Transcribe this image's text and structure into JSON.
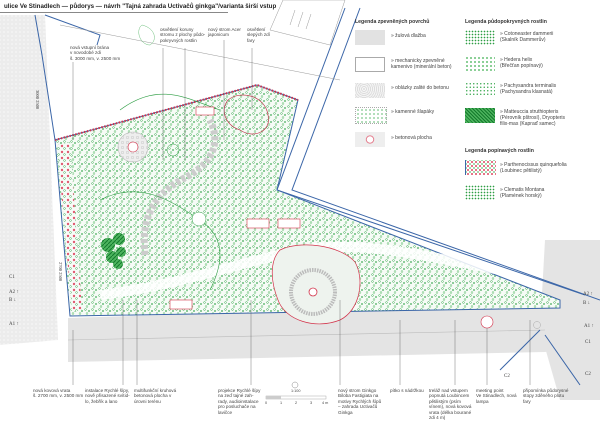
{
  "title": "ulice Ve Stinadlech — půdorys — návrh \"Tajná zahrada Uctivačů ginkga\"/varianta širší vstup",
  "colors": {
    "plant_green": "#2e9e44",
    "accent_red": "#d2324a",
    "wall_blue": "#3b66a8",
    "paving_gray": "#e2e2e2"
  },
  "dimensions": {
    "gate_top": "3000",
    "gate_top_h": "2500",
    "gate_bottom": "2700",
    "gate_bottom_h": "2500"
  },
  "section_marks": {
    "left": [
      "C1",
      "A2 ↑",
      "B ↓",
      "A1 ↑"
    ],
    "right": [
      "A2 ↑",
      "B ↓",
      "A1 ↑",
      "C1",
      "C2"
    ],
    "bottom": "C2"
  },
  "top_annotations": [
    "nová vstupní brána\nv novodobé zdi\nš. 3000 mm, v. 2500 mm",
    "osvětlení koruny\nstromu z plochy půdo-\npokryvných rostlin",
    "nový strom Acer\njaponicum",
    "osvětlení\nslepých zdí\nfary"
  ],
  "bottom_annotations": [
    "nová kovová vrata\nš. 2700 mm, v. 2500 mm",
    "instalace Rychlé šípy,\nnově přisazené svítid-\nlo, žebřík a lano",
    "multifunkční kruhová\nbetonová plocha v\núrovni terénu",
    "projekce Rychlé šípy\nna zeď tajné zah-\nrady, audioinstalace\npro posluchače na\nlavičce",
    "nový strom Ginkgo\nBiloba Fastigiata na\nmotivy Rychlých šípů\n– zahrada Uctivačů\nGinkga",
    "pítko s nádržkou",
    "treláž nad vstupem\npopnutá Loubincem\npětilistým (psím\nvínem), nová kovová\nvrata (délka bourané\nzdi 4 m)",
    "meeting point\nVe Stinadlech, nová\nlampa",
    "připomínka půdorysné\nstopy zděného plotu\nfary"
  ],
  "scale": {
    "ratio": "1:100",
    "ticks": [
      "0",
      "1",
      "2",
      "3",
      "4 m"
    ],
    "north_icon": "north-arrow-icon"
  },
  "legend_surfaces": {
    "title": "Legenda zpevněných povrchů",
    "items": [
      "» žulová dlažba",
      "» mechanicky zpevněné\nkamenivo (minerální beton)",
      "» oblázky zalité do betonu",
      "» kamenné šlapáky",
      "» betonová plocha"
    ]
  },
  "legend_groundcover": {
    "title": "Legenda půdopokryvných rostlin",
    "items": [
      "» Cotoneaster dammerii\n(Skalník Dammerův)",
      "» Hedera helix\n(Břečťan popínavý)",
      "» Pachysandra terminalis\n(Pachysandra klasnatá)",
      "» Matteuccia struthiopteris\n(Pérovník pštrosí), Dryopteris\nfilix-mas (Kapraď samec)"
    ]
  },
  "legend_climbers": {
    "title": "Legenda popínavých rostlin",
    "items": [
      "» Parthenocissus quinquefolia\n(Loubinec pětilistý)",
      "» Clematis Montana\n(Plamének horský)"
    ]
  }
}
